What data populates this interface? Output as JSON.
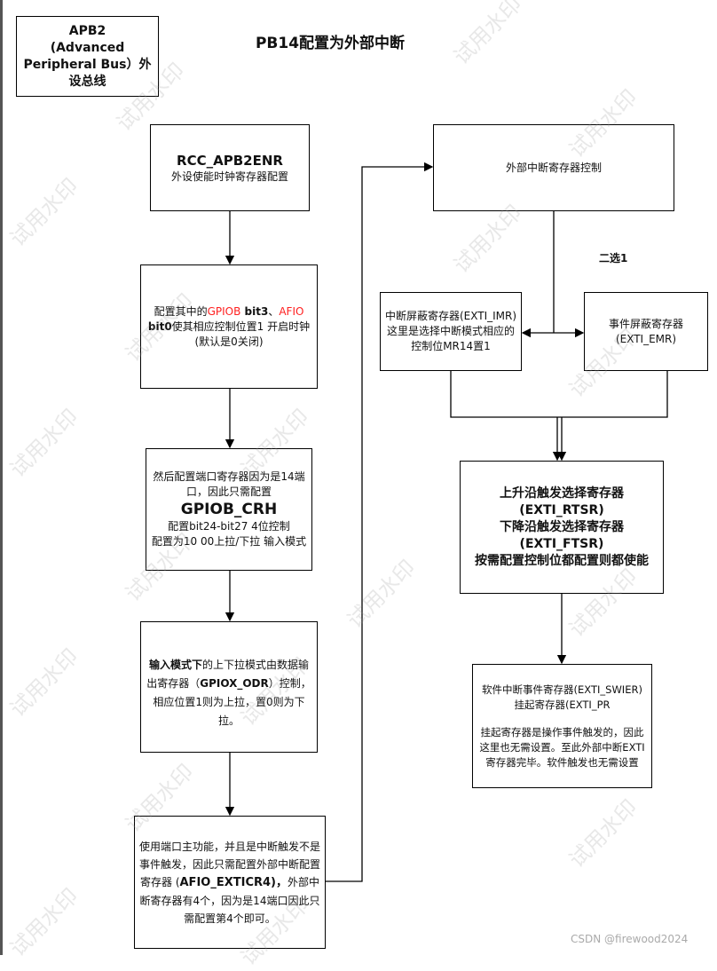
{
  "title": "PB14配置为外部中断",
  "apb2": {
    "line1": "APB2",
    "line2": "(Advanced Peripheral Bus）外设总线"
  },
  "rcc": {
    "name": "RCC_APB2ENR",
    "desc": "外设使能时钟寄存器配置"
  },
  "clock_enable": {
    "t1": "配置其中的",
    "gpiob": "GPIOB",
    "bit3": " bit3",
    "t2": "、",
    "afio": "AFIO",
    "bit0": " bit0",
    "t3": "使其相应控制位置1 开启时钟(默认是0关闭)"
  },
  "crh": {
    "t1": "然后配置端口寄存器因为是14端口，因此只需配置",
    "name": "GPIOB_CRH",
    "t2": "配置bit24-bit27 4位控制",
    "t3": "配置为10 00上拉/下拉 输入模式"
  },
  "odr": {
    "t1": "输入模式下",
    "t2": "的上下拉模式由数据输出寄存器（",
    "name": "GPIOX_ODR",
    "t3": "）控制，相应位置1则为上拉，置0则为下拉。"
  },
  "afio_exticr": {
    "t1": "使用端口主功能，并且是中断触发不是事件触发，因此只需配置外部中断配置寄存器 (",
    "name": "AFIO_EXTICR4)，",
    "t2": "外部中断寄存器有4个，因为是14端口因此只需配置第4个即可。"
  },
  "exti_control": {
    "label": "外部中断寄存器控制"
  },
  "choose_one": "二选1",
  "imr": {
    "t1": "中断屏蔽寄存器(EXTI_IMR)",
    "t2": "这里是选择中断模式相应的控制位MR14置1"
  },
  "emr": {
    "t1": "事件屏蔽寄存器(EXTI_EMR)"
  },
  "trigger": {
    "l1": "上升沿触发选择寄存器(EXTI_RTSR)",
    "l2": "下降沿触发选择寄存器(EXTI_FTSR)",
    "l3": "按需配置控制位都配置则都使能"
  },
  "swier": {
    "t1": "软件中断事件寄存器(EXTI_SWIER)",
    "t2": "挂起寄存器(EXTI_PR",
    "t3": "挂起寄存器是操作事件触发的，因此这里也无需设置。至此外部中断EXTI寄存器完毕。软件触发也无需设置"
  },
  "watermark": "试用水印",
  "credit": "CSDN @firewood2024"
}
